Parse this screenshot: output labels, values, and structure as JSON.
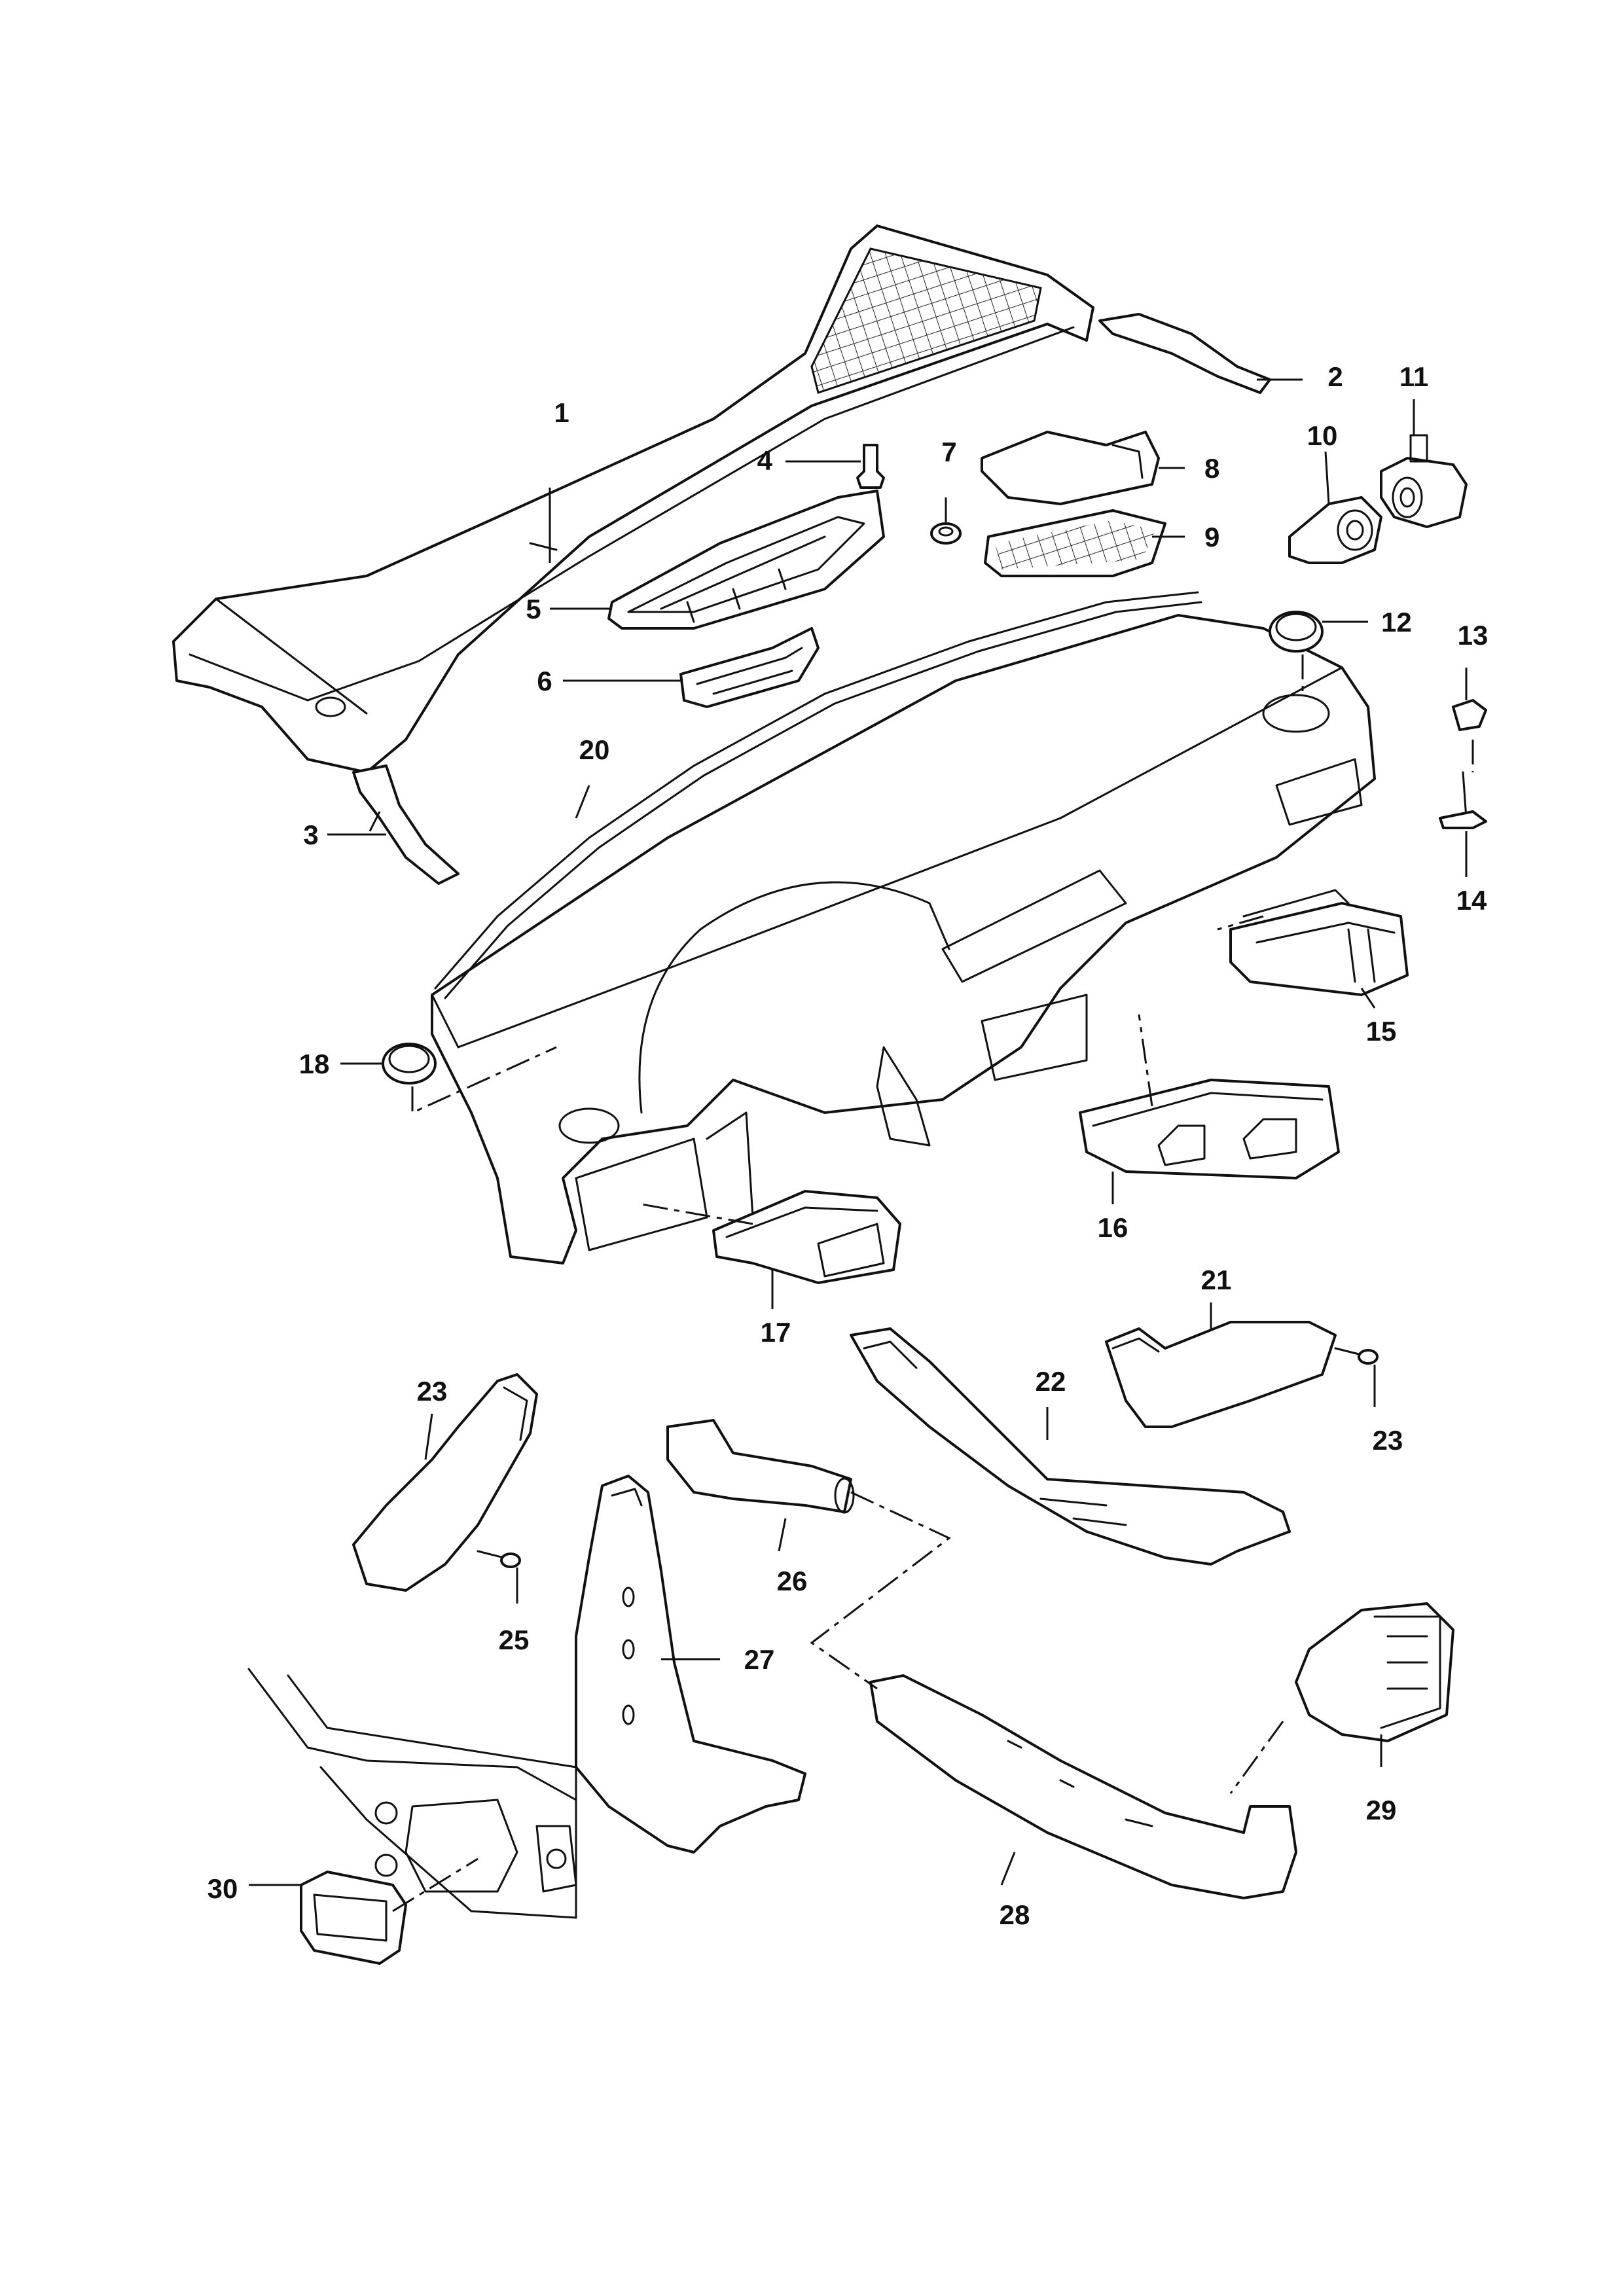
{
  "diagram": {
    "callouts": [
      "1",
      "2",
      "3",
      "4",
      "5",
      "6",
      "7",
      "8",
      "9",
      "10",
      "11",
      "12",
      "13",
      "14",
      "15",
      "16",
      "17",
      "18",
      "20",
      "21",
      "22",
      "23",
      "23",
      "25",
      "26",
      "27",
      "28",
      "29",
      "30"
    ]
  },
  "colors": {
    "line": "#111111",
    "background": "#ffffff"
  }
}
